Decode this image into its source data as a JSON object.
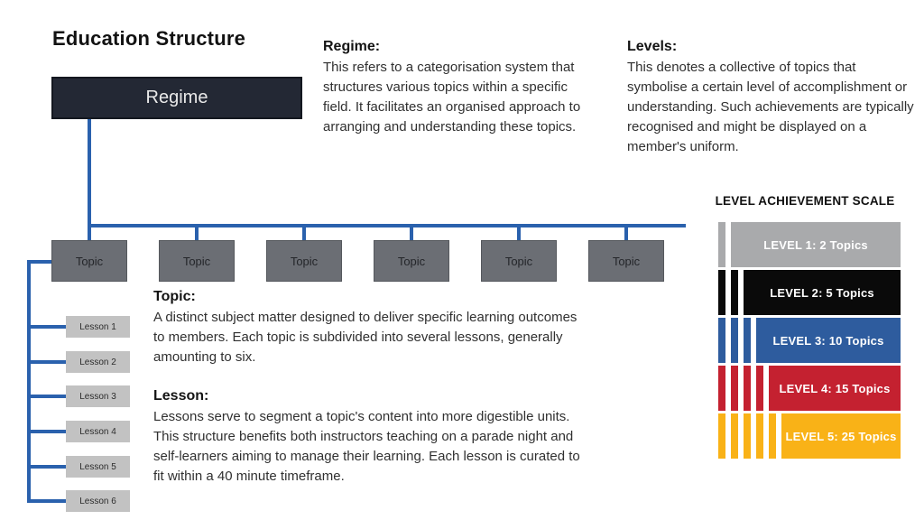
{
  "title": "Education Structure",
  "colors": {
    "accent_blue": "#2a61ad",
    "regime_fill": "#232834",
    "topic_fill": "#6b6e74",
    "lesson_fill": "#c2c2c2"
  },
  "diagram": {
    "regime_label": "Regime",
    "topic_label": "Topic",
    "topics_count": 6,
    "lessons": [
      "Lesson 1",
      "Lesson 2",
      "Lesson 3",
      "Lesson 4",
      "Lesson 5",
      "Lesson 6"
    ]
  },
  "text_blocks": {
    "regime": {
      "heading": "Regime:",
      "body": "This refers to a categorisation system that structures various topics within a specific field. It facilitates an organised approach to arranging and understanding these topics."
    },
    "levels": {
      "heading": "Levels:",
      "body": "This denotes a collective of topics that symbolise a certain level of accomplishment or understanding. Such achievements are typically recognised and might be displayed on a member's uniform."
    },
    "topic": {
      "heading": "Topic:",
      "body": "A distinct subject matter designed to deliver specific learning outcomes to members. Each topic is subdivided into several lessons, generally amounting to six."
    },
    "lesson": {
      "heading": "Lesson:",
      "body": "Lessons serve to segment a topic's content into more digestible units. This structure benefits both instructors teaching on a parade night and self-learners aiming to manage their learning. Each lesson is curated to fit within a 40 minute timeframe."
    }
  },
  "scale": {
    "title": "LEVEL ACHIEVEMENT SCALE",
    "levels": [
      {
        "label": "LEVEL 1: 2 Topics",
        "level": 1,
        "topics": 2,
        "color": "#a9aaac",
        "stripes": 1
      },
      {
        "label": "LEVEL 2: 5 Topics",
        "level": 2,
        "topics": 5,
        "color": "#0a0a0a",
        "stripes": 2
      },
      {
        "label": "LEVEL 3: 10 Topics",
        "level": 3,
        "topics": 10,
        "color": "#2e5c9e",
        "stripes": 3
      },
      {
        "label": "LEVEL 4: 15 Topics",
        "level": 4,
        "topics": 15,
        "color": "#c42130",
        "stripes": 4
      },
      {
        "label": "LEVEL 5: 25 Topics",
        "level": 5,
        "topics": 25,
        "color": "#f9b217",
        "stripes": 5
      }
    ]
  }
}
